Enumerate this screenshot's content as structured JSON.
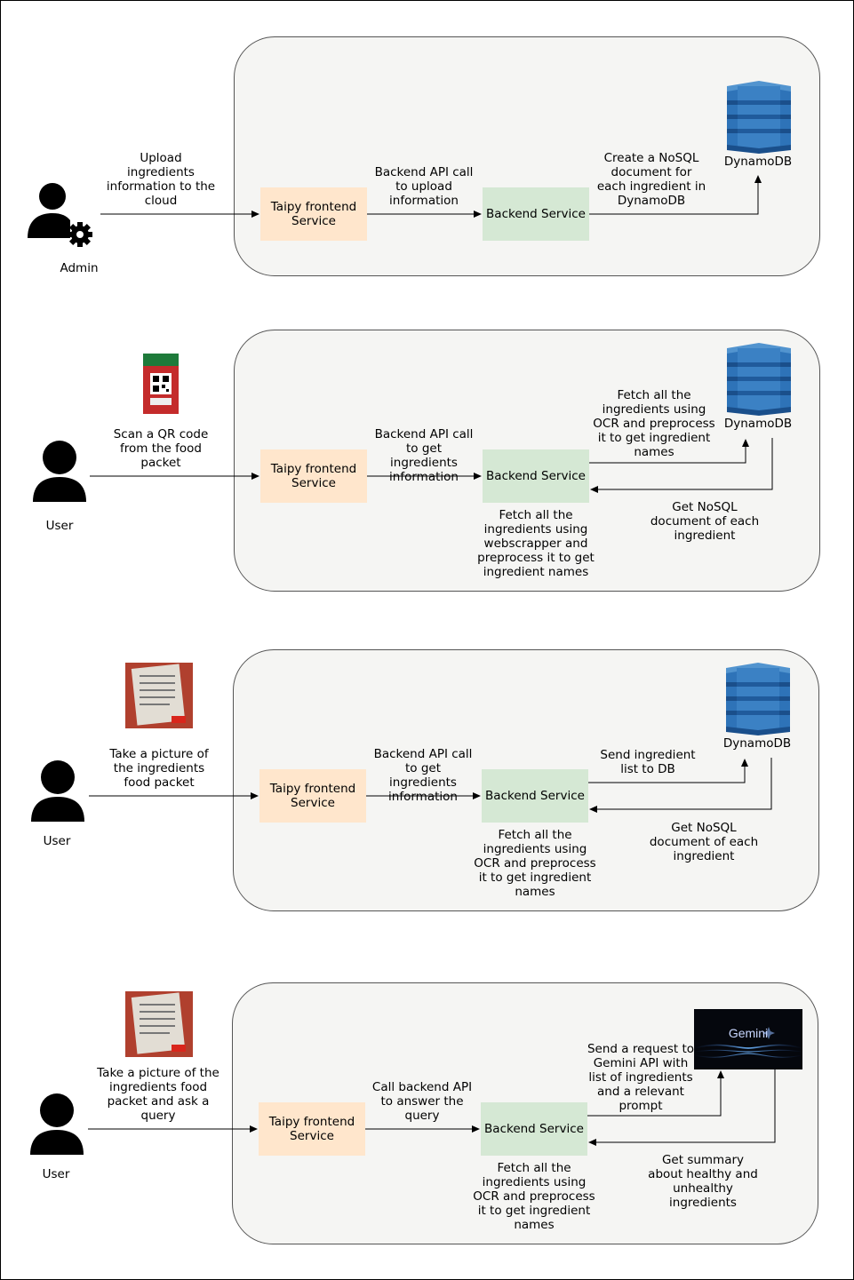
{
  "flows": [
    {
      "actor_label": "Admin",
      "actor_icon": "admin-gear-user-icon",
      "input_label": "Upload\ningredients\ninformation to the\ncloud",
      "frontend_label": "Taipy frontend\nService",
      "api_label": "Backend API call\nto upload\ninformation",
      "backend_label": "Backend Service",
      "request_label": "Create a NoSQL\ndocument for\neach ingredient in\nDynamoDB",
      "store_label": "DynamoDB",
      "store_icon": "dynamodb-icon"
    },
    {
      "actor_label": "User",
      "actor_icon": "user-icon",
      "thumbnail_icon": "qr-code-packet-photo",
      "input_label": "Scan a QR code\nfrom the food\npacket",
      "frontend_label": "Taipy frontend\nService",
      "api_label": "Backend API call\nto get ingredients\ninformation",
      "backend_label": "Backend Service",
      "backend_note": "Fetch all the\ningredients using\nwebscrapper and\npreprocess it to get\ningredient names",
      "request_label": "Fetch all the\ningredients using\nOCR and preprocess\nit to get ingredient\nnames",
      "response_label": "Get NoSQL\ndocument of each\ningredient",
      "store_label": "DynamoDB",
      "store_icon": "dynamodb-icon"
    },
    {
      "actor_label": "User",
      "actor_icon": "user-icon",
      "thumbnail_icon": "ingredients-packet-photo",
      "input_label": "Take a picture of\nthe ingredients\nfood packet",
      "frontend_label": "Taipy frontend\nService",
      "api_label": "Backend API call\nto get ingredients\ninformation",
      "backend_label": "Backend Service",
      "backend_note": "Fetch all the\ningredients using\nOCR and preprocess\nit to get ingredient\nnames",
      "request_label": "Send ingredient\nlist to DB",
      "response_label": "Get NoSQL\ndocument of each\ningredient",
      "store_label": "DynamoDB",
      "store_icon": "dynamodb-icon"
    },
    {
      "actor_label": "User",
      "actor_icon": "user-icon",
      "thumbnail_icon": "ingredients-packet-photo",
      "input_label": "Take a picture of the\ningredients food\npacket and ask a\nquery",
      "frontend_label": "Taipy frontend\nService",
      "api_label": "Call backend API\nto answer the\nquery",
      "backend_label": "Backend Service",
      "backend_note": "Fetch all the\ningredients using\nOCR and preprocess\nit to get ingredient\nnames",
      "request_label": "Send a request to\nGemini API with\nlist of ingredients\nand a relevant\nprompt",
      "response_label": "Get summary\nabout healthy and\nunhealthy\ningredients",
      "store_label": "Gemini",
      "store_icon": "gemini-logo"
    }
  ],
  "colors": {
    "frontend": "#ffe6cc",
    "backend": "#d5e8d4",
    "panel": "#f5f5f3",
    "dynamodb": "#2e73b8"
  }
}
